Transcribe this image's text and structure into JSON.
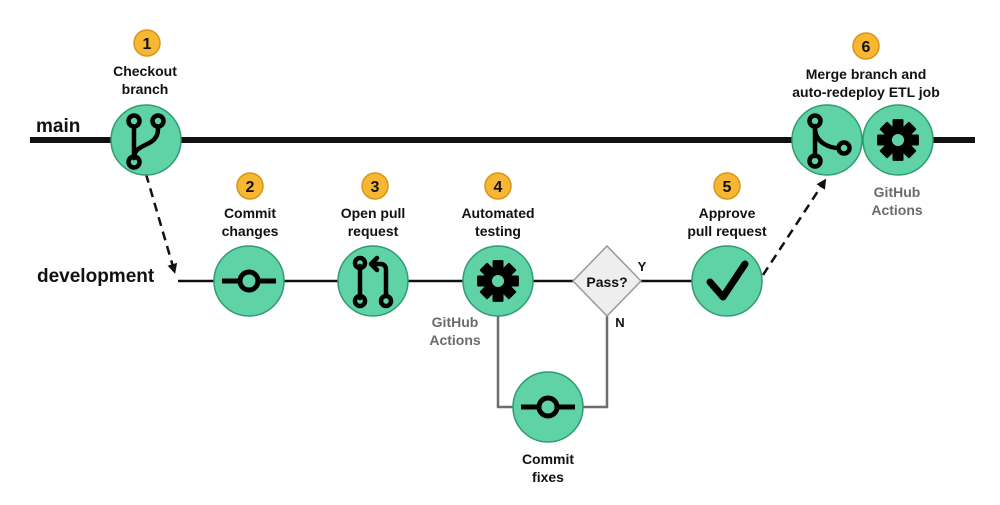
{
  "lanes": {
    "main": "main",
    "development": "development"
  },
  "steps": [
    {
      "number": "1",
      "label_lines": [
        "Checkout",
        "branch"
      ]
    },
    {
      "number": "2",
      "label_lines": [
        "Commit",
        "changes"
      ]
    },
    {
      "number": "3",
      "label_lines": [
        "Open pull",
        "request"
      ]
    },
    {
      "number": "4",
      "label_lines": [
        "Automated",
        "testing"
      ]
    },
    {
      "number": "5",
      "label_lines": [
        "Approve",
        "pull request"
      ]
    },
    {
      "number": "6",
      "label_lines": [
        "Merge branch and",
        "auto-redeploy ETL job"
      ]
    }
  ],
  "decision": {
    "label": "Pass?",
    "yes": "Y",
    "no": "N"
  },
  "fixes_lines": [
    "Commit",
    "fixes"
  ],
  "github_actions_lines": [
    "GitHub",
    "Actions"
  ],
  "colors": {
    "node_fill": "#5fd3a6",
    "node_stroke": "#2f9a73",
    "badge_fill": "#f7b733",
    "badge_stroke": "#d99518",
    "line": "#111111",
    "branch_line": "#6e6e6e",
    "decision_fill": "#eeeeee"
  },
  "icons": {
    "checkout": "git-branch-icon",
    "commit": "git-commit-icon",
    "pull_request": "git-pull-request-icon",
    "actions": "gear-icon",
    "approve": "checkmark-icon",
    "merge": "git-merge-icon"
  }
}
